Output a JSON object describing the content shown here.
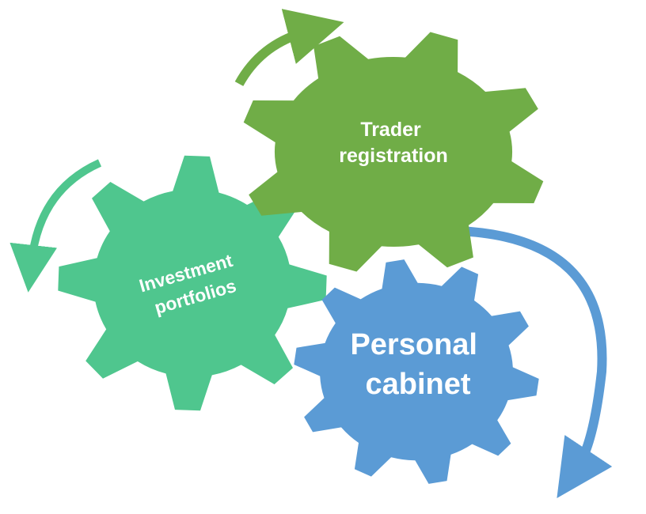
{
  "colors": {
    "trader": "#70AD47",
    "investment": "#4FC68E",
    "personal": "#5B9BD5"
  },
  "gears": {
    "trader": {
      "line1": "Trader",
      "line2": "registration"
    },
    "investment": {
      "line1": "Investment",
      "line2": "portfolios"
    },
    "personal": {
      "line1": "Personal",
      "line2": "cabinet"
    }
  }
}
